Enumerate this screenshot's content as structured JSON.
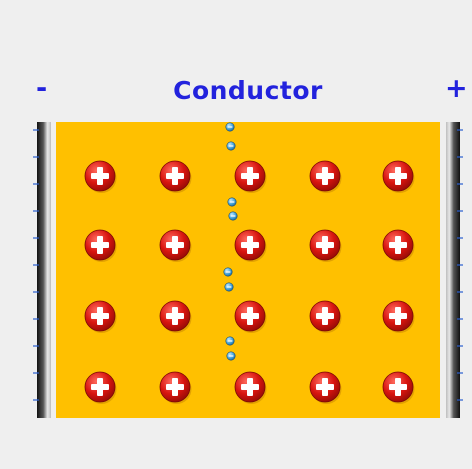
{
  "title": "Conductor",
  "left_terminal": "-",
  "right_terminal": "+",
  "colors": {
    "background": "#efefef",
    "conductor": "#ffc000",
    "label": "#2222dd",
    "positive_ion": "#cc1111",
    "electron": "#2a8fc7",
    "plate_dark": "#222222",
    "plate_light": "#f4f4f4"
  },
  "icons": {
    "ion": "plus-circle-icon",
    "electron": "minus-circle-icon",
    "plate_charge": "dash-icon"
  },
  "ions": {
    "rows": 4,
    "columns": 5
  },
  "electrons": {
    "count": 8
  }
}
